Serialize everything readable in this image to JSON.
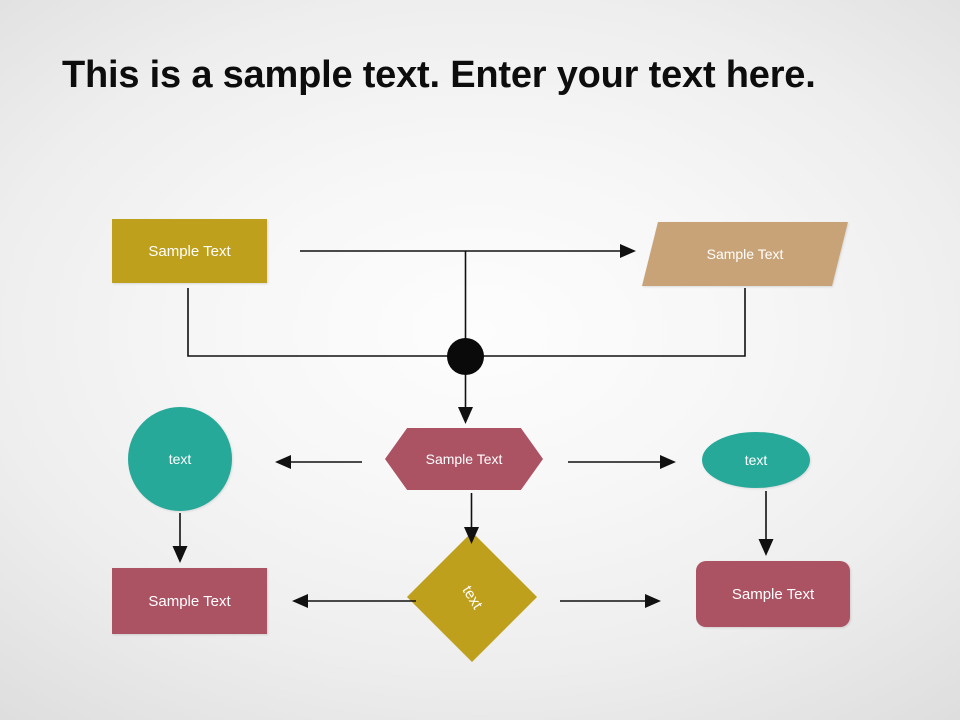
{
  "slide": {
    "title": "This is a sample text. Enter your text here.",
    "background_color": "#f2f2f2"
  },
  "palette": {
    "gold": "#bfa01c",
    "tan": "#c9a378",
    "teal": "#27a99a",
    "rose": "#ab5263",
    "connector": "#111111",
    "junction": "#0a0a0a",
    "shape_text": "#ffffff",
    "title_text": "#0d0d0d"
  },
  "diagram": {
    "shapes": [
      {
        "id": "gold-rect",
        "kind": "rectangle",
        "label": "Sample Text",
        "color": "#bfa01c"
      },
      {
        "id": "tan-parallelogram",
        "kind": "parallelogram",
        "label": "Sample Text",
        "color": "#c9a378"
      },
      {
        "id": "teal-circle",
        "kind": "circle",
        "label": "text",
        "color": "#27a99a"
      },
      {
        "id": "rose-hexagon",
        "kind": "hexagon",
        "label": "Sample Text",
        "color": "#ab5263"
      },
      {
        "id": "teal-ellipse",
        "kind": "ellipse",
        "label": "text",
        "color": "#27a99a"
      },
      {
        "id": "rose-rect-left",
        "kind": "rectangle",
        "label": "Sample Text",
        "color": "#ab5263"
      },
      {
        "id": "gold-diamond",
        "kind": "diamond",
        "label": "text",
        "color": "#bfa01c"
      },
      {
        "id": "rose-rect-right",
        "kind": "rounded-rectangle",
        "label": "Sample Text",
        "color": "#ab5263"
      }
    ],
    "junction": {
      "kind": "filled-circle",
      "color": "#0a0a0a"
    },
    "connectors": [
      {
        "from": "gold-rect",
        "to": "tan-parallelogram",
        "arrow": "right",
        "style": "straight"
      },
      {
        "from": "gold-rect",
        "to": "junction",
        "arrow": "none",
        "style": "elbow"
      },
      {
        "from": "tan-parallelogram",
        "to": "junction",
        "arrow": "none",
        "style": "elbow"
      },
      {
        "from": "top-branch",
        "to": "junction",
        "arrow": "none",
        "style": "vertical"
      },
      {
        "from": "junction",
        "to": "rose-hexagon",
        "arrow": "down",
        "style": "vertical"
      },
      {
        "from": "rose-hexagon",
        "to": "teal-circle",
        "arrow": "left",
        "style": "horizontal"
      },
      {
        "from": "rose-hexagon",
        "to": "teal-ellipse",
        "arrow": "right",
        "style": "horizontal"
      },
      {
        "from": "teal-circle",
        "to": "rose-rect-left",
        "arrow": "down",
        "style": "vertical"
      },
      {
        "from": "rose-hexagon",
        "to": "gold-diamond",
        "arrow": "down",
        "style": "vertical"
      },
      {
        "from": "teal-ellipse",
        "to": "rose-rect-right",
        "arrow": "down",
        "style": "vertical"
      },
      {
        "from": "gold-diamond",
        "to": "rose-rect-left",
        "arrow": "left",
        "style": "horizontal"
      },
      {
        "from": "gold-diamond",
        "to": "rose-rect-right",
        "arrow": "right",
        "style": "horizontal"
      }
    ]
  }
}
